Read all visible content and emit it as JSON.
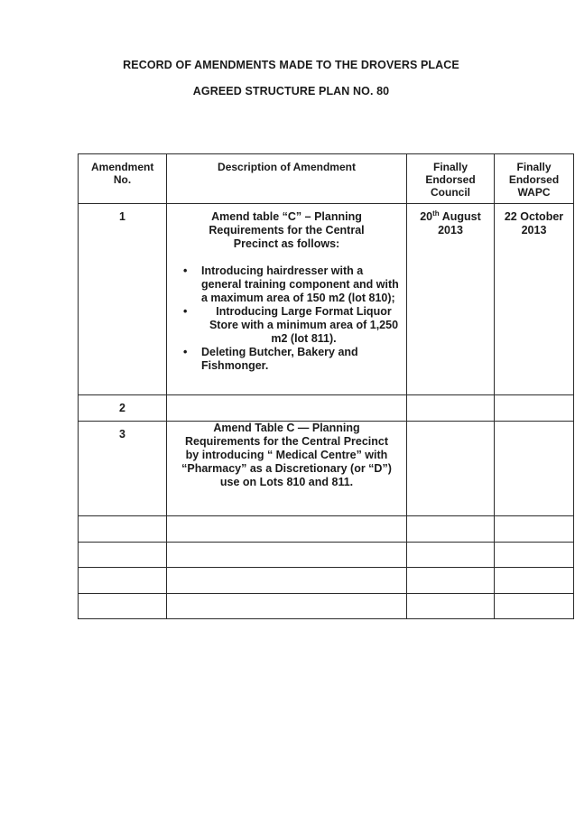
{
  "document": {
    "title_line1": "RECORD OF AMENDMENTS MADE TO THE DROVERS PLACE",
    "title_line2": "AGREED STRUCTURE PLAN NO. 80"
  },
  "table": {
    "headers": {
      "amendment_no": "Amendment No.",
      "description": "Description of Amendment",
      "council": "Finally Endorsed Council",
      "wapc": "Finally Endorsed WAPC"
    },
    "rows": [
      {
        "no": "1",
        "description_intro": "Amend table “C” – Planning Requirements for the Central Precinct as follows:",
        "bullets": [
          "Introducing hairdresser with a general training component and with a maximum area of 150 m2 (lot 810);",
          "Introducing Large Format Liquor Store with a minimum area of 1,250 m2 (lot 811).",
          "Deleting Butcher, Bakery and Fishmonger."
        ],
        "council_day": "20",
        "council_day_suffix": "th",
        "council_rest": " August 2013",
        "wapc": "22 October 2013"
      },
      {
        "no": "2",
        "description": "",
        "council": "",
        "wapc": ""
      },
      {
        "no": "3",
        "description": "Amend Table C — Planning Requirements for the Central Precinct by introducing “ Medical Centre” with “Pharmacy” as a Discretionary (or “D”) use on Lots 810 and 811.",
        "council": "",
        "wapc": ""
      }
    ],
    "blank_rows": 4
  }
}
